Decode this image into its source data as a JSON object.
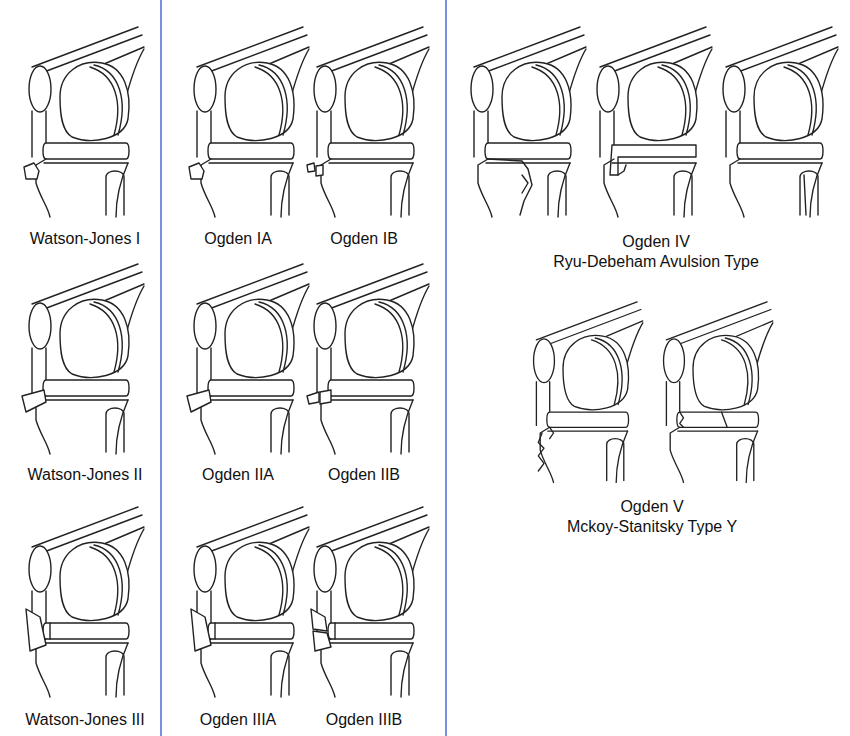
{
  "diagram": {
    "labels": [
      "Watson-Jones I",
      "Ogden IA",
      "Ogden IB",
      "Ogden IV",
      "Ryu-Debeham Avulsion Type",
      "Watson-Jones II",
      "Ogden IIA",
      "Ogden IIB",
      "Ogden V",
      "Mckoy-Stanitsky Type Y",
      "Watson-Jones III",
      "Ogden IIIA",
      "Ogden IIIB"
    ]
  }
}
